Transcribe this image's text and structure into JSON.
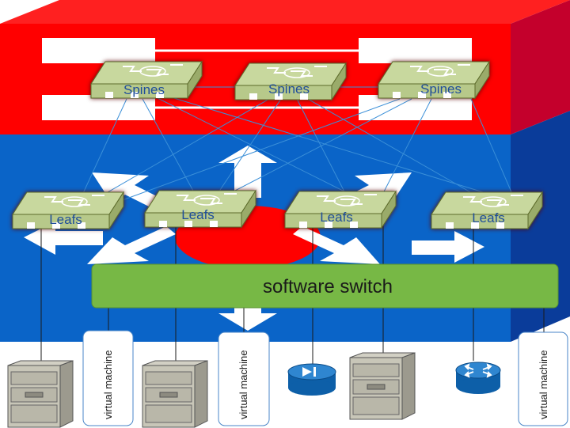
{
  "spine_label": "Spines",
  "leaf_label": "Leafs",
  "software_switch_label": "software switch",
  "vm_label": "virtual machine",
  "colors": {
    "red_layer": "#ff0000",
    "red_side": "#c00030",
    "blue_layer": "#0066cc",
    "blue_side": "#003399",
    "switch_body": "#c3d69b",
    "switch_glow": "#7a0018",
    "software_switch_fill": "#77b845",
    "label_blue": "#1f4e9a"
  },
  "icons": {
    "spine": "network-switch-icon",
    "leaf": "network-switch-icon",
    "server": "server-tower-icon",
    "firewall": "firewall-icon",
    "router": "router-icon"
  }
}
